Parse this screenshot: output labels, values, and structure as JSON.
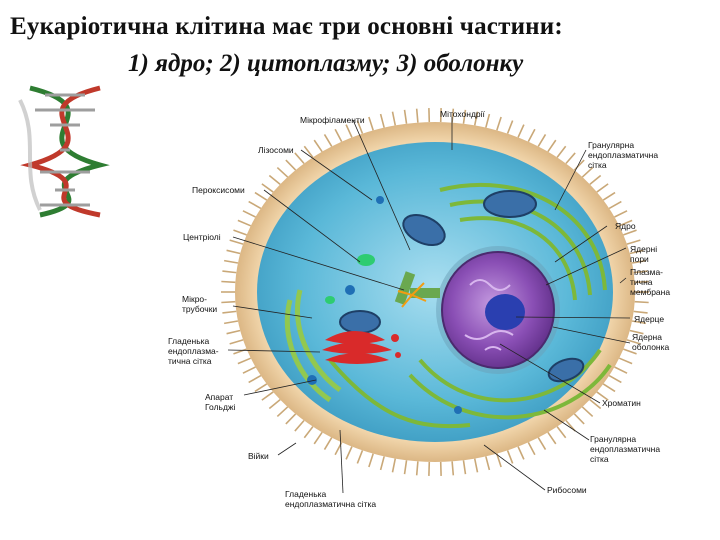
{
  "title": "Еукаріотична клітина має три основні частини:",
  "subtitle": "1) ядро; 2) цитоплазму; 3) оболонку",
  "dna_icon": "dna-double-helix-icon",
  "colors": {
    "cytoplasm": "#5ab8d8",
    "cytoplasm_light": "#a9def0",
    "membrane": "#e8c79a",
    "cilia": "#c9a878",
    "nucleus": "#8a4fb5",
    "nucleolus": "#2a3fb0",
    "golgi": "#d92a2a",
    "er": "#7db83a",
    "mitochondria": "#3a6fa8",
    "dna_red": "#c0392b",
    "dna_green": "#2e7d32"
  },
  "labels": {
    "mikrofilamenty": "Мікрофіламенти",
    "mitokhondrii": "Мітохондрії",
    "lizosomy": "Лізосоми",
    "granular_er_top_1": "Гранулярна",
    "granular_er_top_2": "ендоплазматична",
    "granular_er_top_3": "сітка",
    "peroksysomy": "Пероксисоми",
    "yadro": "Ядро",
    "tsentrioli": "Центріолі",
    "yaderni_pory_1": "Ядерні",
    "yaderni_pory_2": "пори",
    "plazma_1": "Плазма-",
    "plazma_2": "тична",
    "plazma_3": "мембрана",
    "mikro_1": "Мікро-",
    "mikro_2": "трубочки",
    "yadertse": "Ядерце",
    "smooth_er_left_1": "Гладенька",
    "smooth_er_left_2": "ендоплазма-",
    "smooth_er_left_3": "тична сітка",
    "yaderna_obolonka_1": "Ядерна",
    "yaderna_obolonka_2": "оболонка",
    "aparat_1": "Апарат",
    "aparat_2": "Гольджі",
    "khromatyn": "Хроматин",
    "granular_er_bottom_1": "Гранулярна",
    "granular_er_bottom_2": "ендоплазматична",
    "granular_er_bottom_3": "сітка",
    "viiky": "Війки",
    "ribosomy": "Рибосоми",
    "smooth_er_bottom_1": "Гладенька",
    "smooth_er_bottom_2": "ендоплазматична сітка"
  }
}
